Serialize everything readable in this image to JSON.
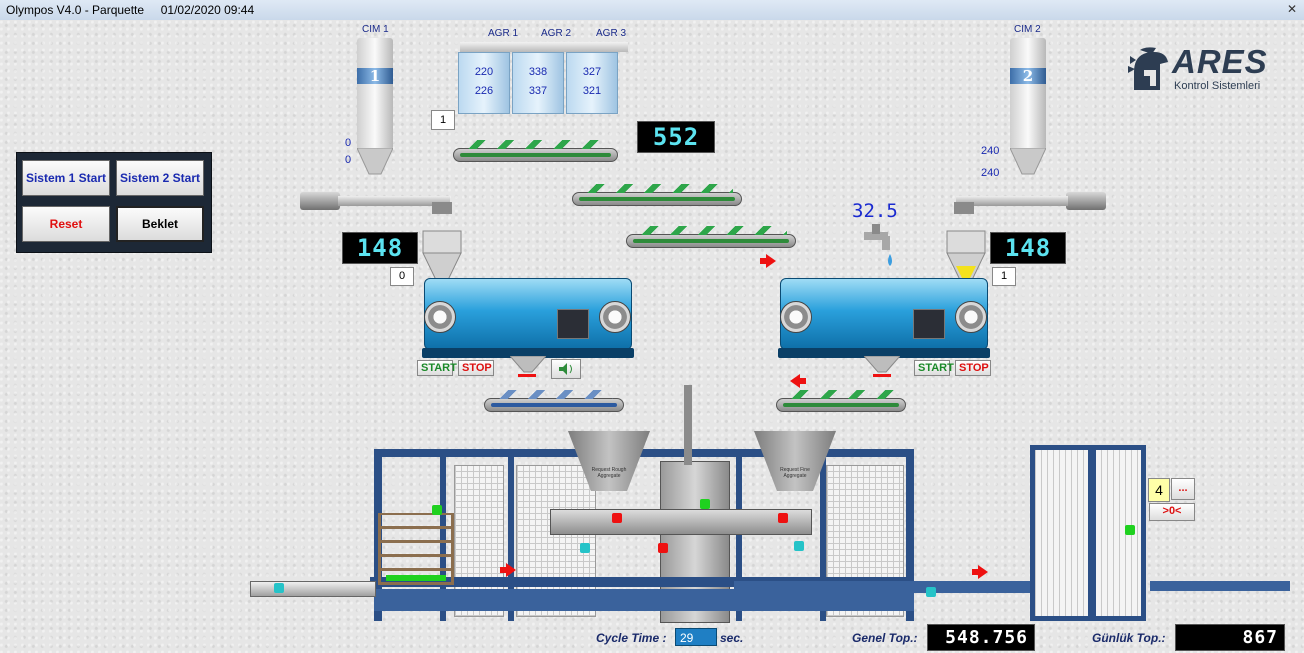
{
  "window": {
    "title": "Olympos V4.0 - Parquette     01/02/2020 09:44",
    "close_glyph": "✕"
  },
  "logo": {
    "brand": "ARES",
    "subtitle": "Kontrol Sistemleri"
  },
  "control_panel": {
    "sistem1": "Sistem 1 Start",
    "sistem2": "Sistem 2 Start",
    "reset": "Reset",
    "beklet": "Beklet"
  },
  "cement": {
    "left": {
      "label": "CIM 1",
      "number": "1",
      "values": [
        "0",
        "0"
      ],
      "scale": "148",
      "box": "0"
    },
    "right": {
      "label": "CIM 2",
      "number": "2",
      "values": [
        "240",
        "240"
      ],
      "scale": "148",
      "box": "1"
    }
  },
  "aggregates": {
    "bins": [
      {
        "label": "AGR 1",
        "top": "220",
        "bottom": "226"
      },
      {
        "label": "AGR 2",
        "top": "338",
        "bottom": "337"
      },
      {
        "label": "AGR 3",
        "top": "327",
        "bottom": "321"
      }
    ],
    "box": "1",
    "scale": "552"
  },
  "water": {
    "value": "32.5"
  },
  "mixers": {
    "start_label": "START",
    "stop_label": "STOP"
  },
  "machine": {
    "hopper_left": "Request Rough Aggregate",
    "hopper_right": "Request Fine Aggregate",
    "counter": "4",
    "more_btn": "...",
    "zero_btn": ">0<"
  },
  "footer": {
    "cycle_label": "Cycle Time :",
    "cycle_value": "29",
    "cycle_unit": "sec.",
    "genel_label": "Genel Top.:",
    "genel_value": "548.756",
    "gunluk_label": "Günlük Top.:",
    "gunluk_value": "867"
  },
  "colors": {
    "display_cyan": "#5ce3f0",
    "frame_blue": "#2b4f86",
    "mixer_blue": "#2aa0dc",
    "belt_green": "#2e8b3a",
    "reset_red": "#e01010"
  }
}
